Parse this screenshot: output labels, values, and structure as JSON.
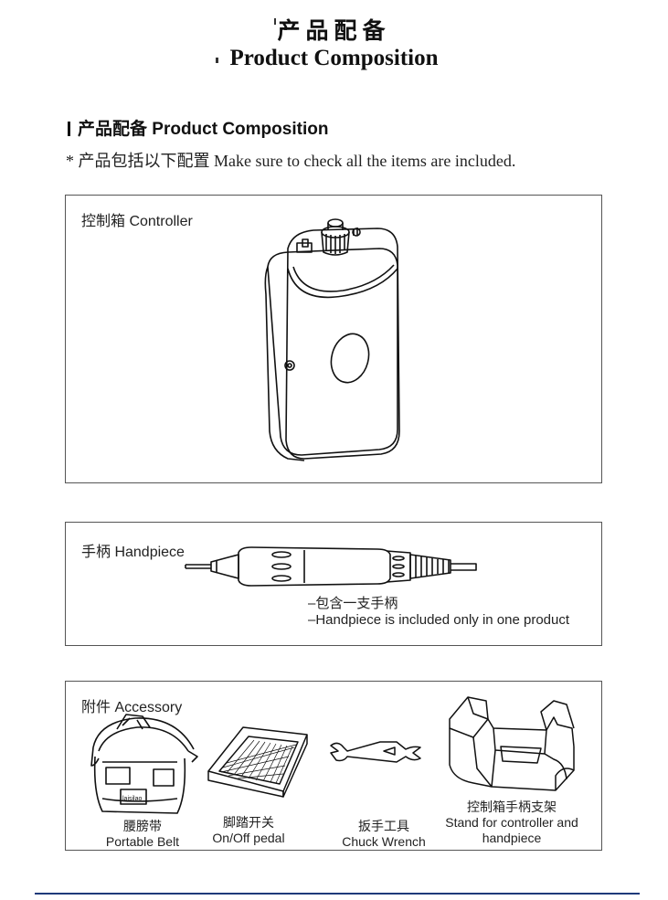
{
  "header": {
    "title_cn": "产品配备",
    "title_en": "Product Composition"
  },
  "section": {
    "heading": "产品配备 Product Composition",
    "note": "* 产品包括以下配置 Make sure to check all the items are included."
  },
  "controller": {
    "label": "控制箱 Controller",
    "icon": "controller-box-icon"
  },
  "handpiece": {
    "label": "手柄 Handpiece",
    "note_cn": "–包含一支手柄",
    "note_en": "–Handpiece is included only in one product",
    "icon": "handpiece-icon"
  },
  "accessory": {
    "label": "附件 Accessory",
    "items": [
      {
        "cn": "腰膀带",
        "en": "Portable Belt",
        "icon": "belt-pouch-icon",
        "brand": "laisilao"
      },
      {
        "cn": "脚踏开关",
        "en": "On/Off pedal",
        "icon": "foot-pedal-icon"
      },
      {
        "cn": "扳手工具",
        "en": "Chuck Wrench",
        "icon": "wrench-icon"
      },
      {
        "cn": "控制箱手柄支架",
        "en": "Stand for controller and handpiece",
        "icon": "stand-icon"
      }
    ]
  },
  "colors": {
    "footer_line": "#1e3a7a",
    "border": "#555555"
  }
}
